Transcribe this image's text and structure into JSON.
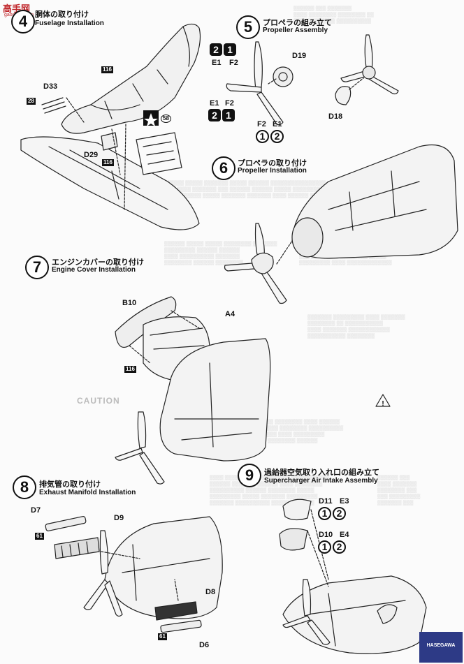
{
  "logo": {
    "text": "高手网",
    "sub": "gaoshou.com"
  },
  "steps": [
    {
      "num": "4",
      "jp": "胴体の取り付け",
      "en": "Fuselage Installation"
    },
    {
      "num": "5",
      "jp": "プロペラの組み立て",
      "en": "Propeller Assembly"
    },
    {
      "num": "6",
      "jp": "プロペラの取り付け",
      "en": "Propeller Installation"
    },
    {
      "num": "7",
      "jp": "エンジンカバーの取り付け",
      "en": "Engine Cover Installation"
    },
    {
      "num": "8",
      "jp": "排気管の取り付け",
      "en": "Exhaust Manifold Installation"
    },
    {
      "num": "9",
      "jp": "過給器空気取り入れ口の組み立て",
      "en": "Supercharger Air Intake Assembly"
    }
  ],
  "parts": {
    "d33": "D33",
    "d29": "D29",
    "e1": "E1",
    "f2": "F2",
    "d19": "D19",
    "d18": "D18",
    "b10": "B10",
    "a4": "A4",
    "d7": "D7",
    "d9": "D9",
    "d8": "D8",
    "d6": "D6",
    "d11": "D11",
    "e3": "E3",
    "d10": "D10",
    "e4": "E4"
  },
  "tags": {
    "t116a": "116",
    "t116b": "116",
    "t116c": "116",
    "t28": "28",
    "t58": "58",
    "t61a": "61",
    "t61b": "61"
  },
  "badges": {
    "b21": [
      "2",
      "1"
    ],
    "b12": [
      "1",
      "2"
    ]
  },
  "caution": "CAUTION",
  "corner": "HASEGAWA"
}
